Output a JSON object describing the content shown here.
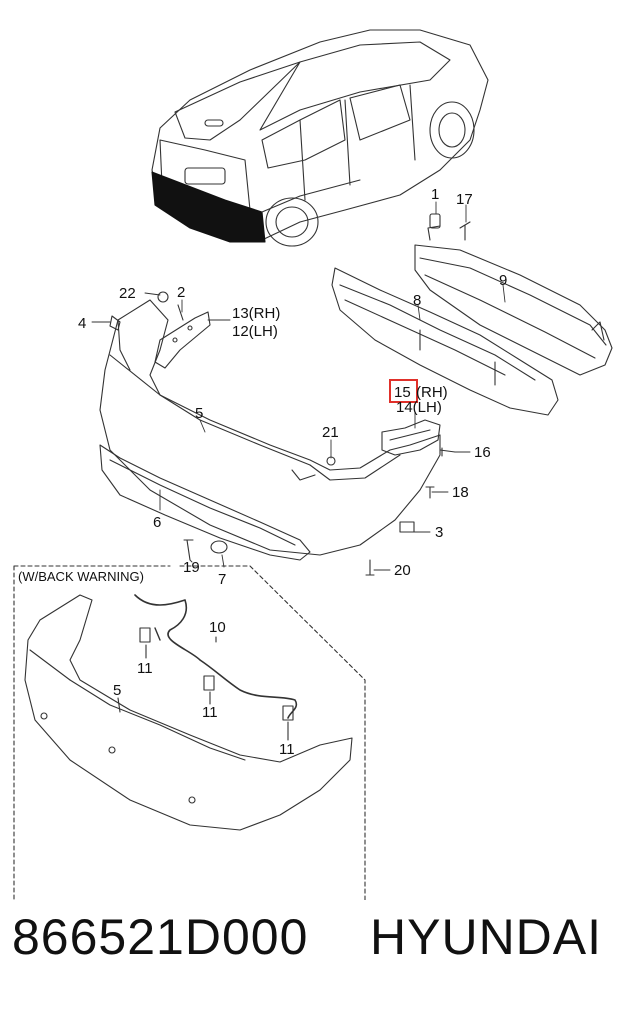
{
  "callouts": {
    "c1": "1",
    "c17": "17",
    "c9": "9",
    "c8": "8",
    "c22": "22",
    "c2": "2",
    "c4": "4",
    "c13": "13(RH)",
    "c12": "12(LH)",
    "c15": "15",
    "c15_suffix": "(RH)",
    "c14": "14(LH)",
    "c5": "5",
    "c21": "21",
    "c16": "16",
    "c18": "18",
    "c6": "6",
    "c3": "3",
    "c19": "19",
    "c7": "7",
    "c20": "20"
  },
  "inset": {
    "title": "(W/BACK  WARNING)",
    "c10": "10",
    "c11a": "11",
    "c11b": "11",
    "c11c": "11",
    "c5": "5"
  },
  "highlight_color": "#e0302a",
  "footer": {
    "part_number": "866521D000",
    "brand": "HYUNDAI"
  }
}
